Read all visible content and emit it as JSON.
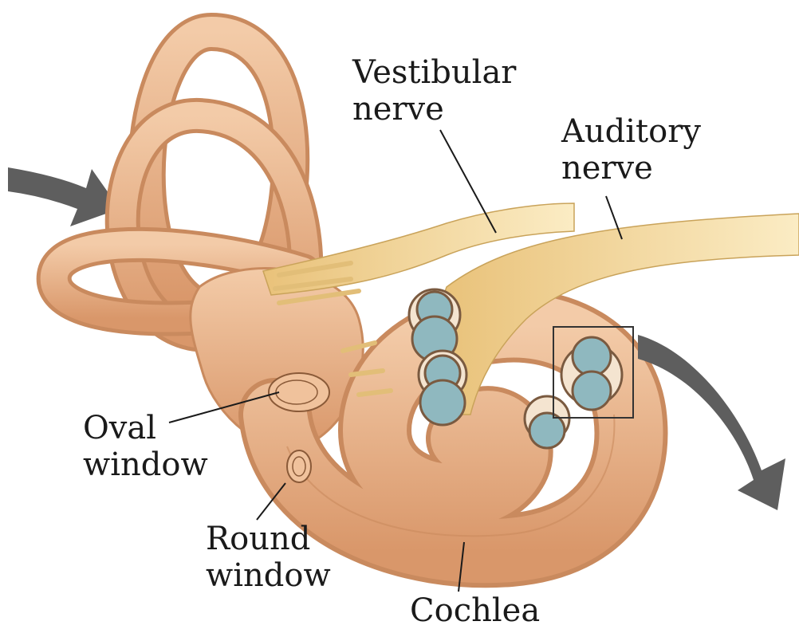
{
  "labels": {
    "vestibular_nerve": "Vestibular\nnerve",
    "auditory_nerve": "Auditory\nnerve",
    "oval_window": "Oval\nwindow",
    "round_window": "Round\nwindow",
    "cochlea": "Cochlea"
  },
  "colors": {
    "labyrinth": "#e8b48c",
    "labyrinth_shadow": "#c98a5e",
    "nerve": "#f0d49a",
    "fluid": "#8fb8bf",
    "arrow": "#5a5a5a"
  }
}
